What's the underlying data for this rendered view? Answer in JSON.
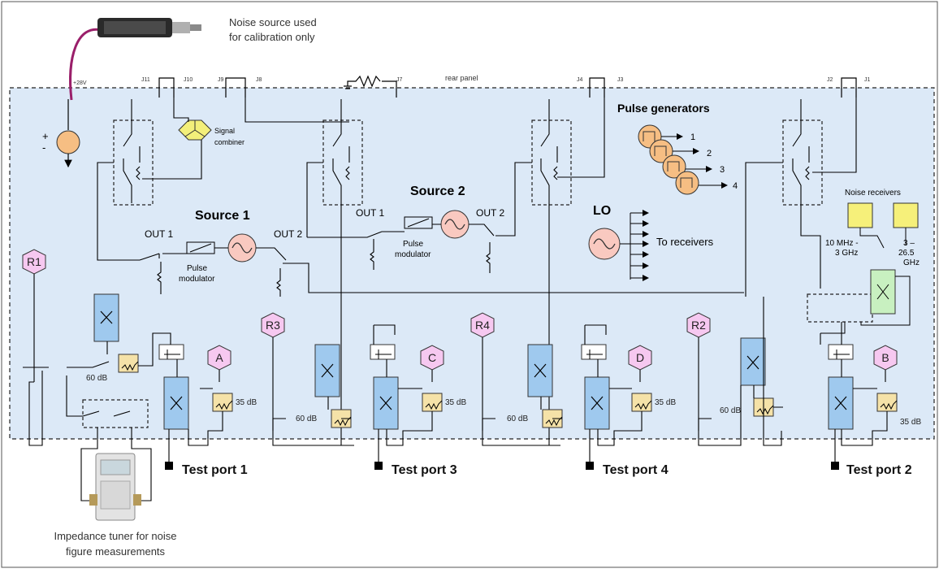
{
  "noise_source": {
    "line1": "Noise source used",
    "line2": "for calibration only"
  },
  "connectors": {
    "p28v": "+28V",
    "j11": "J11",
    "j10": "J10",
    "j9": "J9",
    "j8": "J8",
    "j7": "J7",
    "j4": "J4",
    "j3": "J3",
    "j2": "J2",
    "j1": "J1"
  },
  "rear_panel": "rear panel",
  "polarity": {
    "plus": "+",
    "minus": "-"
  },
  "combiner": {
    "line1": "Signal",
    "line2": "combiner"
  },
  "source1": {
    "title": "Source 1",
    "out1": "OUT 1",
    "out2": "OUT 2"
  },
  "source2": {
    "title": "Source 2",
    "out1": "OUT 1",
    "out2": "OUT 2"
  },
  "pulse_modulator": {
    "line1": "Pulse",
    "line2": "modulator"
  },
  "pulse_generators": {
    "title": "Pulse generators",
    "outputs": [
      "1",
      "2",
      "3",
      "4"
    ]
  },
  "lo": {
    "title": "LO",
    "label": "To receivers"
  },
  "noise_receivers": {
    "title": "Noise receivers",
    "low_line1": "10 MHz -",
    "low_line2": "3 GHz",
    "high_line1": "3 –",
    "high_line2": "26.5",
    "high_line3": "GHz"
  },
  "receivers": {
    "r1": "R1",
    "r2": "R2",
    "r3": "R3",
    "r4": "R4",
    "a": "A",
    "b": "B",
    "c": "C",
    "d": "D"
  },
  "attenuators": {
    "db60": "60 dB",
    "db35": "35 dB"
  },
  "test_ports": {
    "p1": "Test port 1",
    "p2": "Test port 2",
    "p3": "Test port 3",
    "p4": "Test port 4"
  },
  "tuner": {
    "line1": "Impedance tuner for noise",
    "line2": "figure measurements"
  },
  "colors": {
    "panel": "#dce9f7",
    "coupler": "#9fc9ee",
    "attenuator": "#f5e2a8",
    "receiver": "#f6c8f0",
    "source": "#f9c9c0",
    "pulse": "#f6be83",
    "noise_rx": "#f6f07a",
    "noise_coupler": "#c8f0c0",
    "combiner": "#f3ef7a"
  }
}
